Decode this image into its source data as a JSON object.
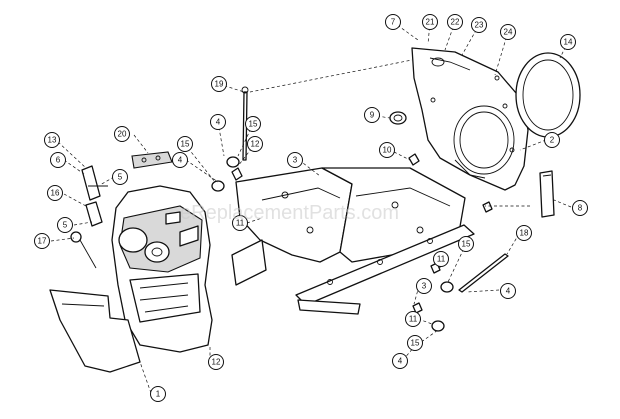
{
  "watermark": "eReplacementParts.com",
  "callouts": [
    {
      "id": "c7",
      "label": "7"
    },
    {
      "id": "c21",
      "label": "21"
    },
    {
      "id": "c22",
      "label": "22"
    },
    {
      "id": "c23",
      "label": "23"
    },
    {
      "id": "c24",
      "label": "24"
    },
    {
      "id": "c14",
      "label": "14"
    },
    {
      "id": "c19",
      "label": "19"
    },
    {
      "id": "c9",
      "label": "9"
    },
    {
      "id": "c2",
      "label": "2"
    },
    {
      "id": "c4a",
      "label": "4"
    },
    {
      "id": "c15a",
      "label": "15"
    },
    {
      "id": "c15b",
      "label": "15"
    },
    {
      "id": "c12a",
      "label": "12"
    },
    {
      "id": "c3a",
      "label": "3"
    },
    {
      "id": "c10",
      "label": "10"
    },
    {
      "id": "c13",
      "label": "13"
    },
    {
      "id": "c20",
      "label": "20"
    },
    {
      "id": "c4b",
      "label": "4"
    },
    {
      "id": "c6",
      "label": "6"
    },
    {
      "id": "c5a",
      "label": "5"
    },
    {
      "id": "c16",
      "label": "16"
    },
    {
      "id": "c5b",
      "label": "5"
    },
    {
      "id": "c17",
      "label": "17"
    },
    {
      "id": "c11a",
      "label": "11"
    },
    {
      "id": "c8",
      "label": "8"
    },
    {
      "id": "c18",
      "label": "18"
    },
    {
      "id": "c15c",
      "label": "15"
    },
    {
      "id": "c11b",
      "label": "11"
    },
    {
      "id": "c4c",
      "label": "4"
    },
    {
      "id": "c3b",
      "label": "3"
    },
    {
      "id": "c11c",
      "label": "11"
    },
    {
      "id": "c15d",
      "label": "15"
    },
    {
      "id": "c4d",
      "label": "4"
    },
    {
      "id": "c12b",
      "label": "12"
    },
    {
      "id": "c1",
      "label": "1"
    }
  ]
}
